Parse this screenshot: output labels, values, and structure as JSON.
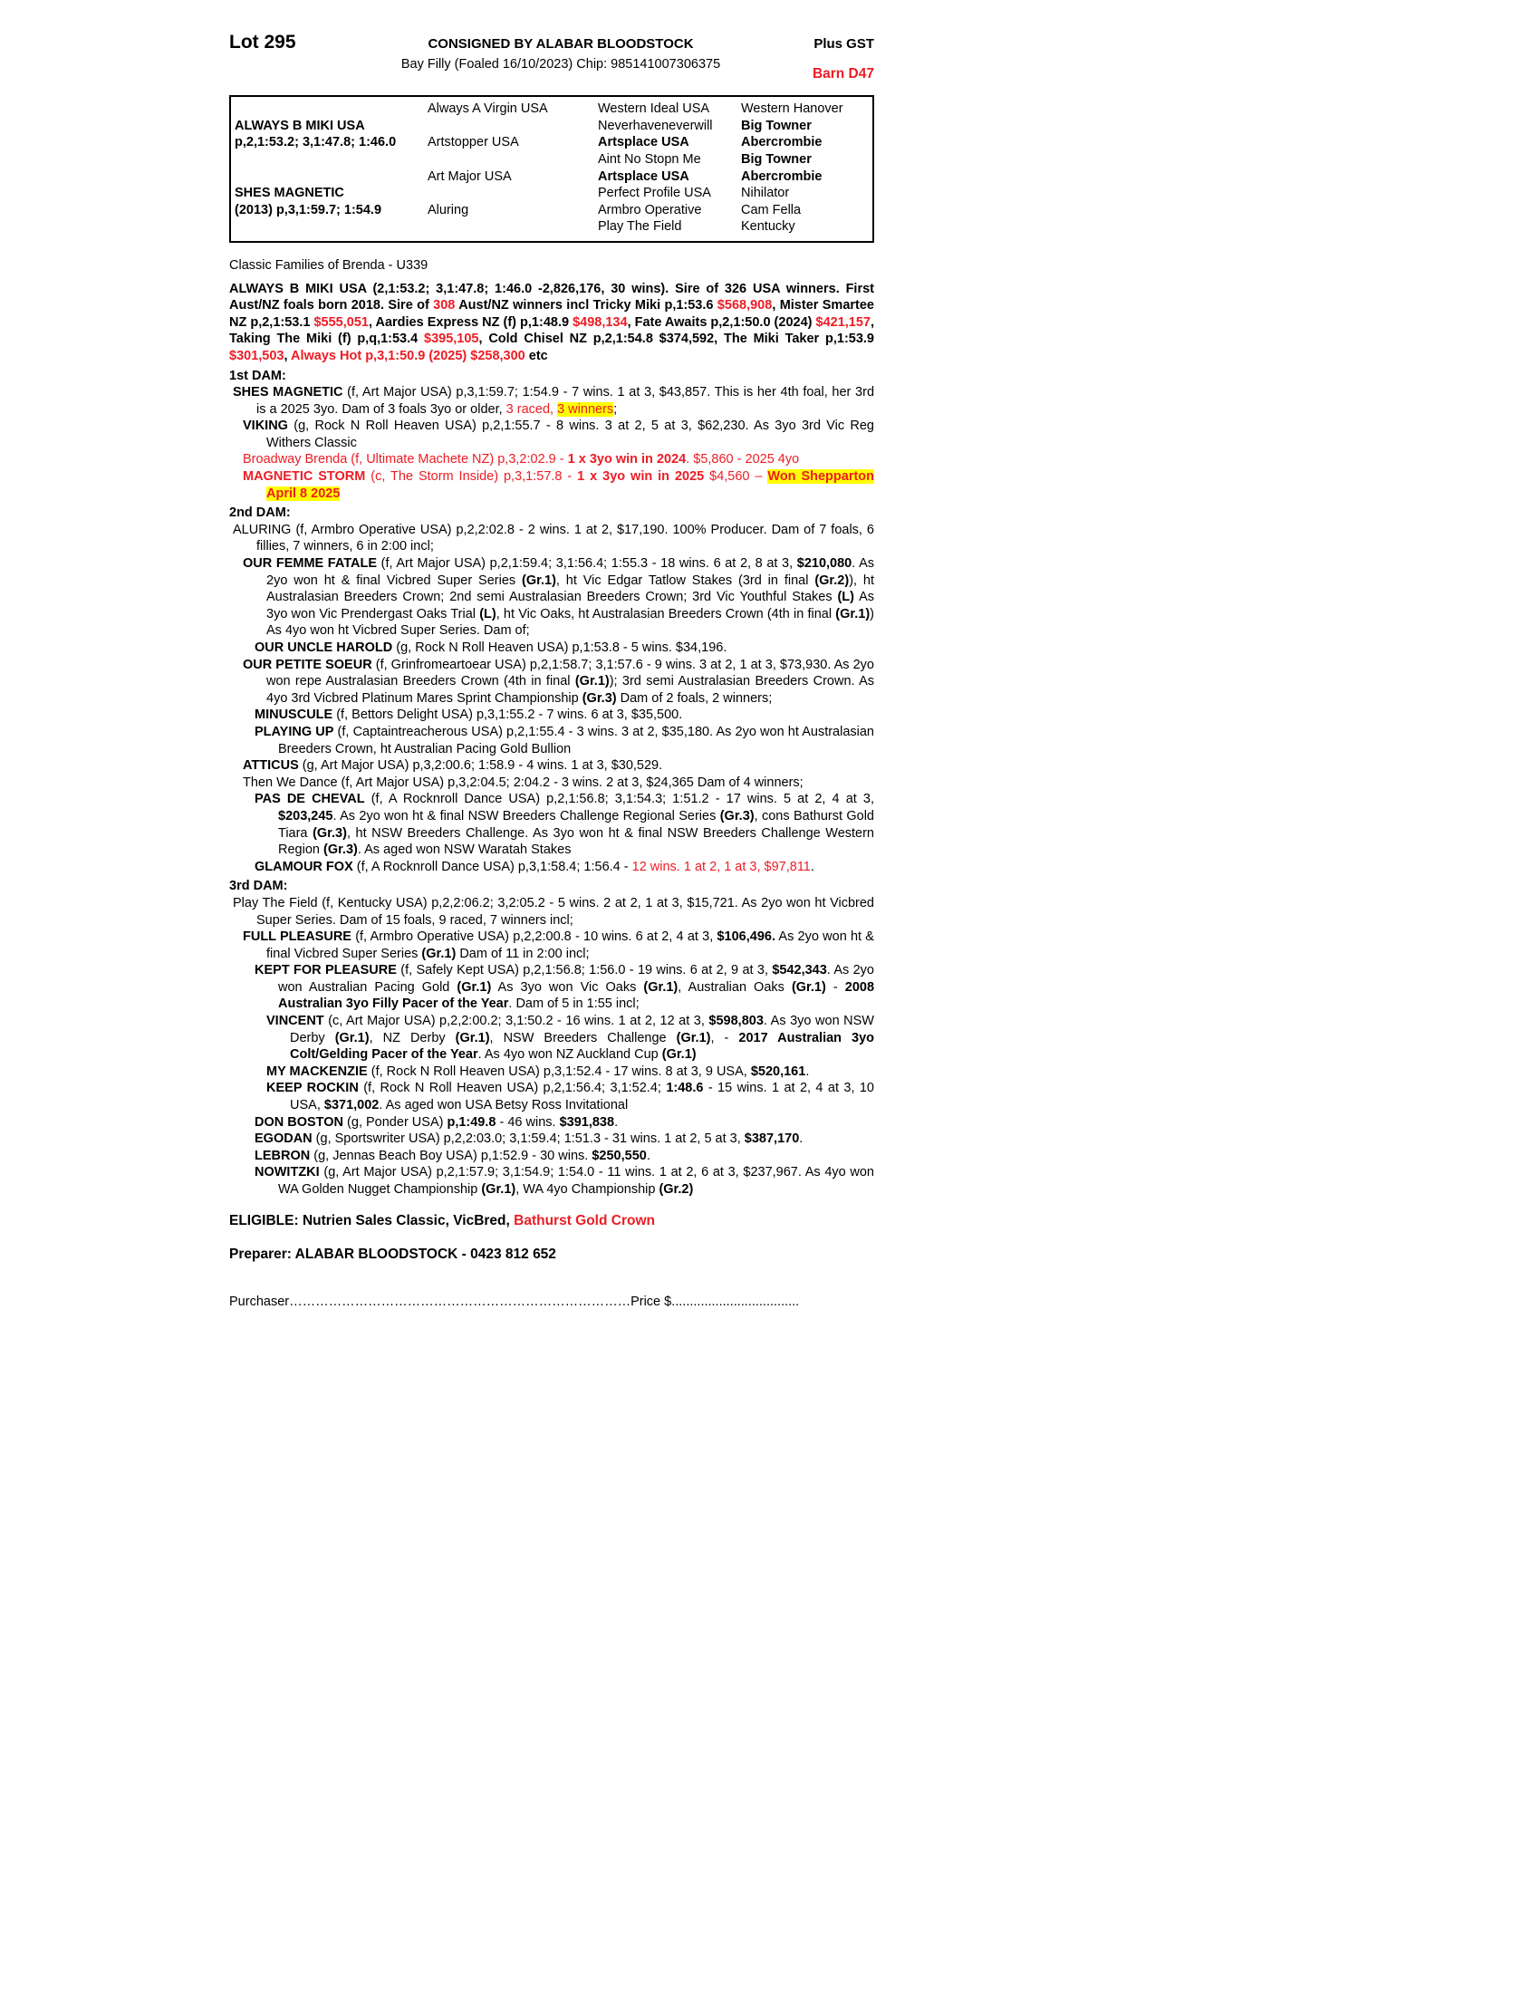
{
  "colors": {
    "accent_red": "#ed1c24",
    "highlight_yellow": "#ffff00"
  },
  "header": {
    "lot": "Lot 295",
    "consignor": "CONSIGNED BY ALABAR BLOODSTOCK",
    "plus_gst": "Plus GST",
    "description": "Bay Filly (Foaled 16/10/2023) Chip: 985141007306375",
    "barn": "Barn D47"
  },
  "pedigree_table": {
    "sire_name": "ALWAYS B MIKI USA",
    "sire_record": "p,2,1:53.2; 3,1:47.8; 1:46.0",
    "dam_name": "SHES MAGNETIC",
    "dam_record": "(2013) p,3,1:59.7; 1:54.9",
    "gen2": [
      "Always A Virgin USA",
      "Artstopper USA",
      "Art Major USA",
      "Aluring"
    ],
    "rows": [
      {
        "g3": [
          {
            "t": "Western Ideal USA"
          }
        ],
        "g4": [
          {
            "t": "Western Hanover"
          }
        ]
      },
      {
        "g3": [
          {
            "t": "Neverhaveneverwill"
          }
        ],
        "g4": [
          {
            "t": "Big Towner",
            "b": true
          }
        ]
      },
      {
        "g3": [
          {
            "t": "Artsplace USA",
            "b": true
          }
        ],
        "g4": [
          {
            "t": "Abercrombie",
            "b": true
          }
        ]
      },
      {
        "g3": [
          {
            "t": "Aint No Stopn Me"
          }
        ],
        "g4": [
          {
            "t": "Big Towner",
            "b": true
          }
        ]
      },
      {
        "g3": [
          {
            "t": "Artsplace USA",
            "b": true
          }
        ],
        "g4": [
          {
            "t": "Abercrombie",
            "b": true
          }
        ]
      },
      {
        "g3": [
          {
            "t": "Perfect Profile USA"
          }
        ],
        "g4": [
          {
            "t": "Nihilator"
          }
        ]
      },
      {
        "g3": [
          {
            "t": "Armbro Operative"
          }
        ],
        "g4": [
          {
            "t": "Cam Fella"
          }
        ]
      },
      {
        "g3": [
          {
            "t": "Play The Field"
          }
        ],
        "g4": [
          {
            "t": "Kentucky"
          }
        ]
      }
    ]
  },
  "body": {
    "classic_families": [
      {
        "t": "Classic Families of Brenda - U339"
      }
    ],
    "sire_para": [
      {
        "t": "ALWAYS B MIKI USA (2,1:53.2; 3,1:47.8; 1:46.0 -2,826,176, 30 wins). Sire of 326 USA winners. First Aust/NZ foals born 2018. Sire of ",
        "b": true
      },
      {
        "t": "308",
        "b": true,
        "r": true
      },
      {
        "t": " Aust/NZ winners incl Tricky Miki p,1:53.6 ",
        "b": true
      },
      {
        "t": "$568,908",
        "b": true,
        "r": true
      },
      {
        "t": ", Mister Smartee NZ p,2,1:53.1 ",
        "b": true
      },
      {
        "t": "$555,051",
        "b": true,
        "r": true
      },
      {
        "t": ", Aardies Express NZ (f) p,1:48.9 ",
        "b": true
      },
      {
        "t": "$498,134",
        "b": true,
        "r": true
      },
      {
        "t": ", Fate Awaits p,2,1:50.0 (2024) ",
        "b": true
      },
      {
        "t": "$421,157",
        "b": true,
        "r": true
      },
      {
        "t": ", Taking The Miki (f) p,q,1:53.4 ",
        "b": true
      },
      {
        "t": "$395,105",
        "b": true,
        "r": true
      },
      {
        "t": ", Cold Chisel NZ p,2,1:54.8 $374,592, The Miki Taker p,1:53.9 ",
        "b": true
      },
      {
        "t": "$301,503",
        "b": true,
        "r": true
      },
      {
        "t": ", ",
        "b": true
      },
      {
        "t": "Always Hot p,3,1:50.9 (2025) $258,300",
        "b": true,
        "r": true
      },
      {
        "t": " etc",
        "b": true
      }
    ],
    "dam1_heading": [
      {
        "t": "1st DAM:",
        "b": true
      }
    ],
    "shes_magnetic": [
      {
        "t": "SHES MAGNETIC",
        "b": true
      },
      {
        "t": " (f, Art Major USA) p,3,1:59.7; 1:54.9 - 7 wins. 1 at 3, $43,857. This is her 4th foal, her 3rd is a 2025 3yo. Dam of 3 foals 3yo or older, "
      },
      {
        "t": "3 raced,",
        "r": true
      },
      {
        "t": " "
      },
      {
        "t": "3 winners",
        "r": true,
        "hl": true
      },
      {
        "t": ";"
      }
    ],
    "viking": [
      {
        "t": "VIKING",
        "b": true
      },
      {
        "t": " (g, Rock N Roll Heaven USA) p,2,1:55.7 - 8 wins. 3 at 2, 5 at 3, $62,230. As 3yo 3rd Vic Reg Withers Classic"
      }
    ],
    "broadway_brenda": [
      {
        "t": "Broadway Brenda (f, Ultimate Machete NZ) p,3,2:02.9 - ",
        "r": true
      },
      {
        "t": "1 x 3yo win in 2024",
        "r": true,
        "b": true
      },
      {
        "t": ". $5,860 - 2025 4yo",
        "r": true
      }
    ],
    "magnetic_storm": [
      {
        "t": "MAGNETIC STORM",
        "r": true,
        "b": true
      },
      {
        "t": " (c, The Storm Inside) p,3,1:57.8 - ",
        "r": true
      },
      {
        "t": "1 x 3yo win in 2025",
        "r": true,
        "b": true
      },
      {
        "t": " $4,560 – ",
        "r": true
      },
      {
        "t": "Won Shepparton April 8 2025",
        "r": true,
        "b": true,
        "hl": true
      }
    ],
    "dam2_heading": [
      {
        "t": "2nd DAM:",
        "b": true
      }
    ],
    "aluring": [
      {
        "t": "ALURING (f, Armbro Operative USA) p,2,2:02.8 - 2 wins. 1 at 2, $17,190. 100% Producer. Dam of 7 foals, 6 fillies, 7 winners, 6 in 2:00 incl;"
      }
    ],
    "our_femme_fatale": [
      {
        "t": "OUR FEMME FATALE",
        "b": true
      },
      {
        "t": " (f, Art Major USA) p,2,1:59.4; 3,1:56.4; 1:55.3 - 18 wins. 6 at 2, 8 at 3, "
      },
      {
        "t": "$210,080",
        "b": true
      },
      {
        "t": ". As 2yo won ht & final Vicbred Super Series "
      },
      {
        "t": "(Gr.1)",
        "b": true
      },
      {
        "t": ", ht Vic Edgar Tatlow Stakes (3rd in final "
      },
      {
        "t": "(Gr.2)",
        "b": true
      },
      {
        "t": "), ht Australasian Breeders Crown; 2nd semi Australasian Breeders Crown; 3rd Vic Youthful Stakes "
      },
      {
        "t": "(L)",
        "b": true
      },
      {
        "t": " As 3yo won Vic Prendergast Oaks Trial "
      },
      {
        "t": "(L)",
        "b": true
      },
      {
        "t": ", ht Vic Oaks, ht Australasian Breeders Crown (4th in final "
      },
      {
        "t": "(Gr.1)",
        "b": true
      },
      {
        "t": ") As 4yo won ht Vicbred Super Series. Dam of;"
      }
    ],
    "our_uncle_harold": [
      {
        "t": "OUR UNCLE HAROLD",
        "b": true
      },
      {
        "t": " (g, Rock N Roll Heaven USA) p,1:53.8 - 5 wins. $34,196."
      }
    ],
    "our_petite_soeur": [
      {
        "t": "OUR PETITE SOEUR",
        "b": true
      },
      {
        "t": " (f, Grinfromeartoear USA) p,2,1:58.7; 3,1:57.6 - 9 wins. 3 at 2, 1 at 3, $73,930. As 2yo won repe Australasian Breeders Crown (4th in final "
      },
      {
        "t": "(Gr.1)",
        "b": true
      },
      {
        "t": "); 3rd semi Australasian Breeders Crown. As 4yo 3rd Vicbred Platinum Mares Sprint Championship "
      },
      {
        "t": "(Gr.3)",
        "b": true
      },
      {
        "t": " Dam of 2 foals, 2 winners;"
      }
    ],
    "minuscule": [
      {
        "t": "MINUSCULE",
        "b": true
      },
      {
        "t": " (f, Bettors Delight USA) p,3,1:55.2 - 7 wins. 6 at 3, $35,500."
      }
    ],
    "playing_up": [
      {
        "t": "PLAYING UP",
        "b": true
      },
      {
        "t": " (f, Captaintreacherous USA) p,2,1:55.4 - 3 wins. 3 at 2, $35,180. As 2yo won ht Australasian Breeders Crown, ht Australian Pacing Gold Bullion"
      }
    ],
    "atticus": [
      {
        "t": "ATTICUS",
        "b": true
      },
      {
        "t": " (g, Art Major USA) p,3,2:00.6; 1:58.9 - 4 wins. 1 at 3, $30,529."
      }
    ],
    "then_we_dance": [
      {
        "t": "Then We Dance (f, Art Major USA) p,3,2:04.5; 2:04.2 - 3 wins. 2 at 3, $24,365 Dam of 4 winners;"
      }
    ],
    "pas_de_cheval": [
      {
        "t": "PAS DE CHEVAL",
        "b": true
      },
      {
        "t": " (f, A Rocknroll Dance USA) p,2,1:56.8; 3,1:54.3; 1:51.2 - 17 wins. 5 at 2, 4 at 3, "
      },
      {
        "t": "$203,245",
        "b": true
      },
      {
        "t": ". As 2yo won ht & final NSW Breeders Challenge Regional Series "
      },
      {
        "t": "(Gr.3)",
        "b": true
      },
      {
        "t": ", cons Bathurst Gold Tiara "
      },
      {
        "t": "(Gr.3)",
        "b": true
      },
      {
        "t": ", ht NSW Breeders Challenge. As 3yo won ht & final NSW Breeders Challenge Western Region "
      },
      {
        "t": "(Gr.3)",
        "b": true
      },
      {
        "t": ". As aged won NSW Waratah Stakes"
      }
    ],
    "glamour_fox": [
      {
        "t": "GLAMOUR FOX",
        "b": true
      },
      {
        "t": " (f, A Rocknroll Dance USA) p,3,1:58.4; 1:56.4 - "
      },
      {
        "t": "12 wins. 1 at 2, 1 at 3, $97,811",
        "r": true
      },
      {
        "t": "."
      }
    ],
    "dam3_heading": [
      {
        "t": "3rd DAM:",
        "b": true
      }
    ],
    "play_the_field": [
      {
        "t": "Play The Field (f, Kentucky USA) p,2,2:06.2; 3,2:05.2 - 5 wins. 2 at 2, 1 at 3, $15,721. As 2yo won ht Vicbred Super Series. Dam of 15 foals, 9 raced, 7 winners incl;"
      }
    ],
    "full_pleasure": [
      {
        "t": "FULL PLEASURE",
        "b": true
      },
      {
        "t": " (f, Armbro Operative USA) p,2,2:00.8 - 10 wins. 6 at 2, 4 at 3, "
      },
      {
        "t": "$106,496.",
        "b": true
      },
      {
        "t": " As 2yo won ht & final Vicbred Super Series "
      },
      {
        "t": "(Gr.1)",
        "b": true
      },
      {
        "t": " Dam of 11 in 2:00 incl;"
      }
    ],
    "kept_for_pleasure": [
      {
        "t": "KEPT FOR PLEASURE",
        "b": true
      },
      {
        "t": " (f, Safely Kept USA) p,2,1:56.8; 1:56.0 - 19 wins. 6 at 2, 9 at 3, "
      },
      {
        "t": "$542,343",
        "b": true
      },
      {
        "t": ". As 2yo won Australian Pacing Gold "
      },
      {
        "t": "(Gr.1)",
        "b": true
      },
      {
        "t": " As 3yo won Vic Oaks "
      },
      {
        "t": "(Gr.1)",
        "b": true
      },
      {
        "t": ", Australian Oaks "
      },
      {
        "t": "(Gr.1)",
        "b": true
      },
      {
        "t": " - "
      },
      {
        "t": "2008 Australian 3yo Filly Pacer of the Year",
        "b": true
      },
      {
        "t": ". Dam of 5 in 1:55 incl;"
      }
    ],
    "vincent": [
      {
        "t": "VINCENT",
        "b": true
      },
      {
        "t": " (c, Art Major USA) p,2,2:00.2; 3,1:50.2 - 16 wins. 1 at 2, 12 at 3, "
      },
      {
        "t": "$598,803",
        "b": true
      },
      {
        "t": ". As 3yo won NSW Derby "
      },
      {
        "t": "(Gr.1)",
        "b": true
      },
      {
        "t": ", NZ Derby "
      },
      {
        "t": "(Gr.1)",
        "b": true
      },
      {
        "t": ", NSW Breeders Challenge "
      },
      {
        "t": "(Gr.1)",
        "b": true
      },
      {
        "t": ", - "
      },
      {
        "t": "2017 Australian 3yo Colt/Gelding Pacer of the Year",
        "b": true
      },
      {
        "t": ". As 4yo won NZ Auckland Cup "
      },
      {
        "t": "(Gr.1)",
        "b": true
      }
    ],
    "my_mackenzie": [
      {
        "t": "MY MACKENZIE",
        "b": true
      },
      {
        "t": " (f, Rock N Roll Heaven USA) p,3,1:52.4 - 17 wins. 8 at 3, 9 USA, "
      },
      {
        "t": "$520,161",
        "b": true
      },
      {
        "t": "."
      }
    ],
    "keep_rockin": [
      {
        "t": "KEEP ROCKIN",
        "b": true
      },
      {
        "t": " (f, Rock N Roll Heaven USA) p,2,1:56.4; 3,1:52.4; "
      },
      {
        "t": "1:48.6",
        "b": true
      },
      {
        "t": " - 15 wins. 1 at 2, 4 at 3, 10 USA, "
      },
      {
        "t": "$371,002",
        "b": true
      },
      {
        "t": ". As aged won USA Betsy Ross Invitational"
      }
    ],
    "don_boston": [
      {
        "t": "DON BOSTON",
        "b": true
      },
      {
        "t": " (g, Ponder USA) "
      },
      {
        "t": "p,1:49.8",
        "b": true
      },
      {
        "t": " - 46 wins. "
      },
      {
        "t": "$391,838",
        "b": true
      },
      {
        "t": "."
      }
    ],
    "egodan": [
      {
        "t": "EGODAN",
        "b": true
      },
      {
        "t": " (g, Sportswriter USA) p,2,2:03.0; 3,1:59.4; 1:51.3 - 31 wins. 1 at 2, 5 at 3, "
      },
      {
        "t": "$387,170",
        "b": true
      },
      {
        "t": "."
      }
    ],
    "lebron": [
      {
        "t": "LEBRON",
        "b": true
      },
      {
        "t": " (g, Jennas Beach Boy USA) p,1:52.9 - 30 wins. "
      },
      {
        "t": "$250,550",
        "b": true
      },
      {
        "t": "."
      }
    ],
    "nowitzki": [
      {
        "t": "NOWITZKI",
        "b": true
      },
      {
        "t": " (g, Art Major USA) p,2,1:57.9; 3,1:54.9; 1:54.0 - 11 wins. 1 at 2, 6 at 3, $237,967. As 4yo won WA Golden Nugget Championship "
      },
      {
        "t": "(Gr.1)",
        "b": true
      },
      {
        "t": ", WA 4yo Championship "
      },
      {
        "t": "(Gr.2)",
        "b": true
      }
    ],
    "eligible": [
      {
        "t": "ELIGIBLE: Nutrien Sales Classic, VicBred, ",
        "b": true
      },
      {
        "t": "Bathurst Gold Crown",
        "b": true,
        "r": true
      }
    ],
    "preparer": [
      {
        "t": "Preparer: ALABAR BLOODSTOCK - 0423 812 652",
        "b": true
      }
    ],
    "purchaser": [
      {
        "t": "Purchaser……………………………………………………………………Price $..................................."
      }
    ]
  }
}
